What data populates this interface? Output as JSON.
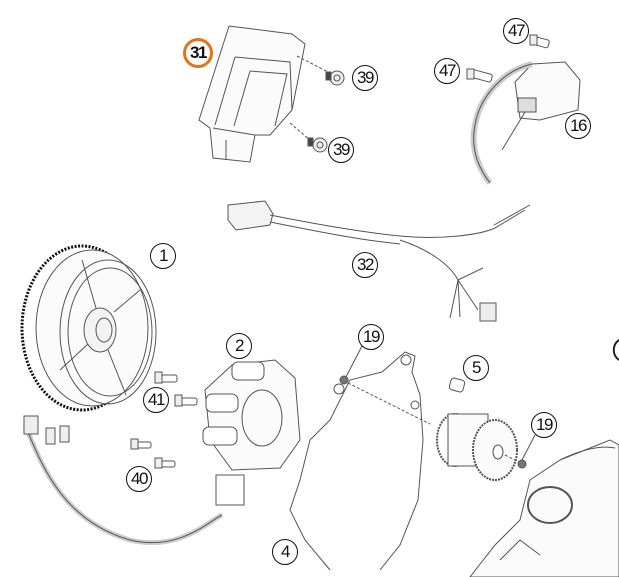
{
  "diagram": {
    "title": "Ignition system exploded view",
    "highlight_color": "#e8711c",
    "selected_part": "31",
    "callouts": [
      {
        "id": "c31",
        "label": "31",
        "part": "ignition-control-unit",
        "active": true
      },
      {
        "id": "c39a",
        "label": "39",
        "part": "screw-with-washer"
      },
      {
        "id": "c39b",
        "label": "39",
        "part": "screw-with-washer"
      },
      {
        "id": "c47a",
        "label": "47",
        "part": "bolt"
      },
      {
        "id": "c47b",
        "label": "47",
        "part": "bolt"
      },
      {
        "id": "c16",
        "label": "16",
        "part": "ignition-coil"
      },
      {
        "id": "c32",
        "label": "32",
        "part": "wiring-harness"
      },
      {
        "id": "c1",
        "label": "1",
        "part": "flywheel-rotor"
      },
      {
        "id": "c2",
        "label": "2",
        "part": "stator"
      },
      {
        "id": "c41",
        "label": "41",
        "part": "stator-screws"
      },
      {
        "id": "c40",
        "label": "40",
        "part": "pickup-screws"
      },
      {
        "id": "c19a",
        "label": "19",
        "part": "nut"
      },
      {
        "id": "c19b",
        "label": "19",
        "part": "nut"
      },
      {
        "id": "c5",
        "label": "5",
        "part": "bushing"
      },
      {
        "id": "c4",
        "label": "4",
        "part": "cover-gasket"
      }
    ]
  }
}
